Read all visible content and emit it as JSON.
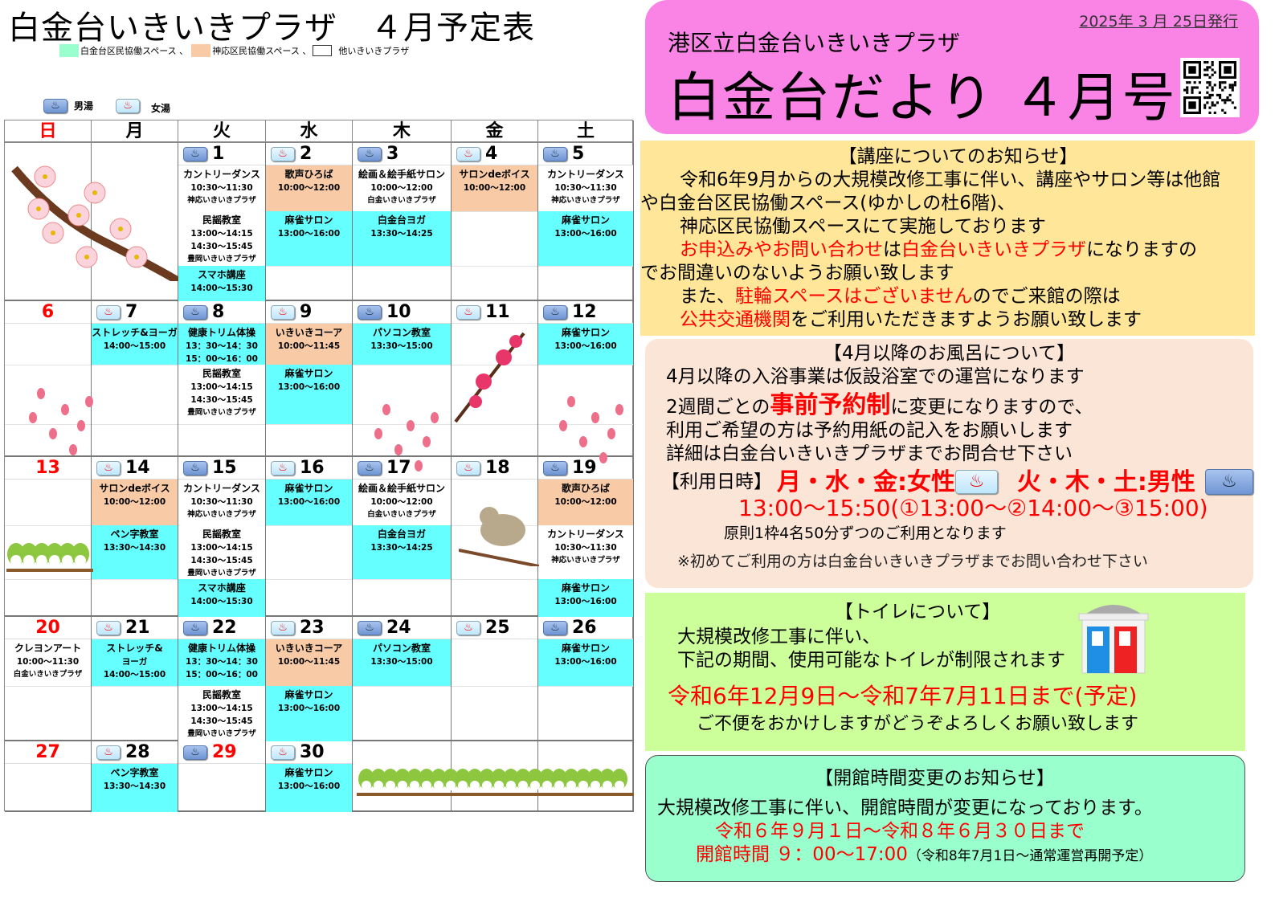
{
  "calendar": {
    "title": "白金台いきいきプラザ　４月予定表",
    "legend": [
      {
        "label": "白金台区民協働スペース 、",
        "color": "#99ffcc"
      },
      {
        "label": "神応区民協働スペース 、",
        "color": "#f8cba6"
      },
      {
        "label": "他いきいきプラザ",
        "color": "#ffffff"
      }
    ],
    "bath_legend": {
      "male": "男湯",
      "female": "女湯"
    },
    "bath_glyph": "♨",
    "weekdays": [
      "日",
      "月",
      "火",
      "水",
      "木",
      "金",
      "土"
    ],
    "colors": {
      "cyan": "#66ffff",
      "peach": "#f8cba6",
      "white": "#ffffff",
      "holiday": "#ff0000"
    },
    "weeks": [
      {
        "days": [
          null,
          null,
          {
            "date": "1",
            "bath": "male",
            "events": [
              {
                "slot": 0,
                "span": 1,
                "venue": "white",
                "title": "カントリーダンス",
                "times": [
                  "10:30〜11:30"
                ],
                "place": "神応いきいきプラザ"
              },
              {
                "slot": 1,
                "span": 1,
                "venue": "white",
                "title": "民謡教室",
                "times": [
                  "13:00〜14:15",
                  "14:30〜15:45"
                ],
                "place": "豊岡いきいきプラザ"
              },
              {
                "slot": 2,
                "span": 1,
                "venue": "cyan",
                "title": "スマホ講座",
                "times": [
                  "14:00〜15:30"
                ]
              }
            ]
          },
          {
            "date": "2",
            "bath": "female",
            "events": [
              {
                "slot": 0,
                "span": 1,
                "venue": "peach",
                "title": "歌声ひろば",
                "times": [
                  "10:00〜12:00"
                ]
              },
              {
                "slot": 1,
                "span": 1,
                "venue": "cyan",
                "title": "麻雀サロン",
                "times": [
                  "13:00〜16:00"
                ]
              }
            ]
          },
          {
            "date": "3",
            "bath": "male",
            "events": [
              {
                "slot": 0,
                "span": 1,
                "venue": "white",
                "title": "絵画＆絵手紙サロン",
                "times": [
                  "10:00〜12:00"
                ],
                "place": "白金いきいきプラザ"
              },
              {
                "slot": 1,
                "span": 1,
                "venue": "cyan",
                "title": "白金台ヨガ",
                "times": [
                  "13:30〜14:25"
                ]
              }
            ]
          },
          {
            "date": "4",
            "bath": "female",
            "events": [
              {
                "slot": 0,
                "span": 1,
                "venue": "peach",
                "title": "サロンdeボイス",
                "times": [
                  "10:00〜12:00"
                ]
              }
            ]
          },
          {
            "date": "5",
            "bath": "male",
            "events": [
              {
                "slot": 0,
                "span": 1,
                "venue": "white",
                "title": "カントリーダンス",
                "times": [
                  "10:30〜11:30"
                ],
                "place": "神応いきいきプラザ"
              },
              {
                "slot": 1,
                "span": 1,
                "venue": "cyan",
                "title": "麻雀サロン",
                "times": [
                  "13:00〜16:00"
                ]
              }
            ]
          }
        ]
      },
      {
        "days": [
          {
            "date": "6",
            "red": true,
            "events": []
          },
          {
            "date": "7",
            "bath": "female",
            "events": [
              {
                "slot": 0,
                "span": 1,
                "venue": "cyan",
                "title": "ストレッチ&ヨーガ",
                "times": [
                  "14:00〜15:00"
                ]
              }
            ]
          },
          {
            "date": "8",
            "bath": "male",
            "events": [
              {
                "slot": 0,
                "span": 1,
                "venue": "cyan",
                "title": "健康トリム体操",
                "times": [
                  "13：30〜14：30",
                  "15：00〜16：00"
                ]
              },
              {
                "slot": 1,
                "span": 1,
                "venue": "white",
                "title": "民謡教室",
                "times": [
                  "13:00〜14:15",
                  "14:30〜15:45"
                ],
                "place": "豊岡いきいきプラザ"
              }
            ]
          },
          {
            "date": "9",
            "bath": "female",
            "events": [
              {
                "slot": 0,
                "span": 1,
                "venue": "peach",
                "title": "いきいきコーア",
                "times": [
                  "10:00〜11:45"
                ]
              },
              {
                "slot": 1,
                "span": 1,
                "venue": "cyan",
                "title": "麻雀サロン",
                "times": [
                  "13:00〜16:00"
                ]
              }
            ]
          },
          {
            "date": "10",
            "bath": "male",
            "events": [
              {
                "slot": 0,
                "span": 1,
                "venue": "cyan",
                "title": "パソコン教室",
                "times": [
                  "13:30〜15:00"
                ]
              }
            ]
          },
          {
            "date": "11",
            "bath": "female",
            "events": []
          },
          {
            "date": "12",
            "bath": "male",
            "events": [
              {
                "slot": 0,
                "span": 1,
                "venue": "cyan",
                "title": "麻雀サロン",
                "times": [
                  "13:00〜16:00"
                ]
              }
            ]
          }
        ]
      },
      {
        "days": [
          {
            "date": "13",
            "red": true,
            "events": []
          },
          {
            "date": "14",
            "bath": "female",
            "events": [
              {
                "slot": 0,
                "span": 1,
                "venue": "peach",
                "title": "サロンdeボイス",
                "times": [
                  "10:00〜12:00"
                ]
              },
              {
                "slot": 1,
                "span": 1,
                "venue": "cyan",
                "title": "ペン字教室",
                "times": [
                  "13:30〜14:30"
                ]
              }
            ]
          },
          {
            "date": "15",
            "bath": "male",
            "events": [
              {
                "slot": 0,
                "span": 1,
                "venue": "white",
                "title": "カントリーダンス",
                "times": [
                  "10:30〜11:30"
                ],
                "place": "神応いきいきプラザ"
              },
              {
                "slot": 1,
                "span": 1,
                "venue": "white",
                "title": "民謡教室",
                "times": [
                  "13:00〜14:15",
                  "14:30〜15:45"
                ],
                "place": "豊岡いきいきプラザ"
              },
              {
                "slot": 2,
                "span": 1,
                "venue": "cyan",
                "title": "スマホ講座",
                "times": [
                  "14:00〜15:30"
                ]
              }
            ]
          },
          {
            "date": "16",
            "bath": "female",
            "events": [
              {
                "slot": 0,
                "span": 1,
                "venue": "cyan",
                "title": "麻雀サロン",
                "times": [
                  "13:00〜16:00"
                ]
              }
            ]
          },
          {
            "date": "17",
            "bath": "male",
            "events": [
              {
                "slot": 0,
                "span": 1,
                "venue": "white",
                "title": "絵画＆絵手紙サロン",
                "times": [
                  "10:00〜12:00"
                ],
                "place": "白金いきいきプラザ"
              },
              {
                "slot": 1,
                "span": 1,
                "venue": "cyan",
                "title": "白金台ヨガ",
                "times": [
                  "13:30〜14:25"
                ]
              }
            ]
          },
          {
            "date": "18",
            "bath": "female",
            "events": []
          },
          {
            "date": "19",
            "bath": "male",
            "events": [
              {
                "slot": 0,
                "span": 1,
                "venue": "peach",
                "title": "歌声ひろば",
                "times": [
                  "10:00〜12:00"
                ]
              },
              {
                "slot": 1,
                "span": 1,
                "venue": "white",
                "title": "カントリーダンス",
                "times": [
                  "10:30〜11:30"
                ],
                "place": "神応いきいきプラザ"
              },
              {
                "slot": 2,
                "span": 1,
                "venue": "cyan",
                "title": "麻雀サロン",
                "times": [
                  "13:00〜16:00"
                ]
              }
            ]
          }
        ]
      },
      {
        "days": [
          {
            "date": "20",
            "red": true,
            "events": [
              {
                "slot": 0,
                "span": 1,
                "venue": "white",
                "title": "クレヨンアート",
                "times": [
                  "10:00〜11:30"
                ],
                "place": "白金いきいきプラザ"
              }
            ]
          },
          {
            "date": "21",
            "bath": "female",
            "events": [
              {
                "slot": 0,
                "span": 1,
                "venue": "cyan",
                "title": "ストレッチ&",
                "times": [
                  "ヨーガ",
                  "14:00〜15:00"
                ]
              }
            ]
          },
          {
            "date": "22",
            "bath": "male",
            "events": [
              {
                "slot": 0,
                "span": 1,
                "venue": "cyan",
                "title": "健康トリム体操",
                "times": [
                  "13：30〜14：30",
                  "15：00〜16：00"
                ]
              },
              {
                "slot": 1,
                "span": 1,
                "venue": "white",
                "title": "民謡教室",
                "times": [
                  "13:00〜14:15",
                  "14:30〜15:45"
                ],
                "place": "豊岡いきいきプラザ"
              }
            ]
          },
          {
            "date": "23",
            "bath": "female",
            "events": [
              {
                "slot": 0,
                "span": 1,
                "venue": "peach",
                "title": "いきいきコーア",
                "times": [
                  "10:00〜11:45"
                ]
              },
              {
                "slot": 1,
                "span": 1,
                "venue": "cyan",
                "title": "麻雀サロン",
                "times": [
                  "13:00〜16:00"
                ]
              }
            ]
          },
          {
            "date": "24",
            "bath": "male",
            "events": [
              {
                "slot": 0,
                "span": 1,
                "venue": "cyan",
                "title": "パソコン教室",
                "times": [
                  "13:30〜15:00"
                ]
              }
            ]
          },
          {
            "date": "25",
            "bath": "female",
            "events": []
          },
          {
            "date": "26",
            "bath": "male",
            "events": [
              {
                "slot": 0,
                "span": 1,
                "venue": "cyan",
                "title": "麻雀サロン",
                "times": [
                  "13:00〜16:00"
                ]
              }
            ]
          }
        ]
      },
      {
        "days": [
          {
            "date": "27",
            "red": true,
            "events": []
          },
          {
            "date": "28",
            "bath": "female",
            "events": [
              {
                "slot": 0,
                "span": 1,
                "venue": "cyan",
                "title": "ペン字教室",
                "times": [
                  "13:30〜14:30"
                ]
              }
            ]
          },
          {
            "date": "29",
            "bath": "male",
            "red": true,
            "events": []
          },
          {
            "date": "30",
            "bath": "female",
            "events": [
              {
                "slot": 0,
                "span": 1,
                "venue": "cyan",
                "title": "麻雀サロン",
                "times": [
                  "13:00〜16:00"
                ]
              }
            ]
          },
          null,
          null,
          null
        ]
      }
    ]
  },
  "header": {
    "issued": "2025年 3  月 25日発行",
    "subtitle": "港区立白金台いきいきプラザ",
    "title": "白金台だより ４月号",
    "bg": "#f984e5"
  },
  "notices": {
    "lecture": {
      "title": "【講座についてのお知らせ】",
      "lines": [
        [
          {
            "t": "　令和6年9月からの大規模改修工事に伴い、講座やサロン等は他館"
          }
        ],
        [
          {
            "t": "や白金台区民協働スペース(ゆかしの杜6階)、"
          }
        ],
        [
          {
            "t": "　神応区民協働スペースにて実施しております"
          }
        ],
        [
          {
            "t": "　"
          },
          {
            "t": "お申込みやお問い合わせ",
            "red": true
          },
          {
            "t": "は"
          },
          {
            "t": "白金台いきいきプラザ",
            "red": true
          },
          {
            "t": "になりますの"
          }
        ],
        [
          {
            "t": "でお間違いのないようお願い致します"
          }
        ],
        [
          {
            "t": "　また、"
          },
          {
            "t": "駐輪スペースはございません",
            "red": true
          },
          {
            "t": "のでご来館の際は"
          }
        ],
        [
          {
            "t": "　"
          },
          {
            "t": "公共交通機関",
            "red": true
          },
          {
            "t": "をご利用いただきますようお願い致します"
          }
        ]
      ]
    },
    "bath": {
      "title": "【4月以降のお風呂について】",
      "line1": "4月以降の入浴事業は仮設浴室での運営になります",
      "line2_a": "2週間ごとの",
      "line2_b": "事前予約制",
      "line2_c": "に変更になりますので、",
      "line3": "利用ご希望の方は予約用紙の記入をお願いします",
      "line4": "詳細は白金台いきいきプラザまでお問合せ下さい",
      "usage_label": "【利用日時】",
      "female_days": "月・水・金:女性",
      "male_days": "火・木・土:男性",
      "times": "13:00〜15:50(①13:00〜②14:00〜③15:00)",
      "rule": "原則1枠4名50分ずつのご利用となります",
      "note": "※初めてご利用の方は白金台いきいきプラザまでお問い合わせ下さい"
    },
    "toilet": {
      "title": "【トイレについて】",
      "line1": "大規模改修工事に伴い、",
      "line2": "下記の期間、使用可能なトイレが制限されます",
      "period": "令和6年12月9日〜令和7年7月11日まで(予定)",
      "apology": "ご不便をおかけしますがどうぞよろしくお願い致します"
    },
    "hours": {
      "title": "【開館時間変更のお知らせ】",
      "line1": "大規模改修工事に伴い、開館時間が変更になっております。",
      "period": "令和６年９月１日〜令和８年６月３０日まで",
      "hours_label": "開館時間 ９：00〜17:00",
      "hours_note": "（令和8年7月1日〜通常運営再開予定）"
    }
  }
}
